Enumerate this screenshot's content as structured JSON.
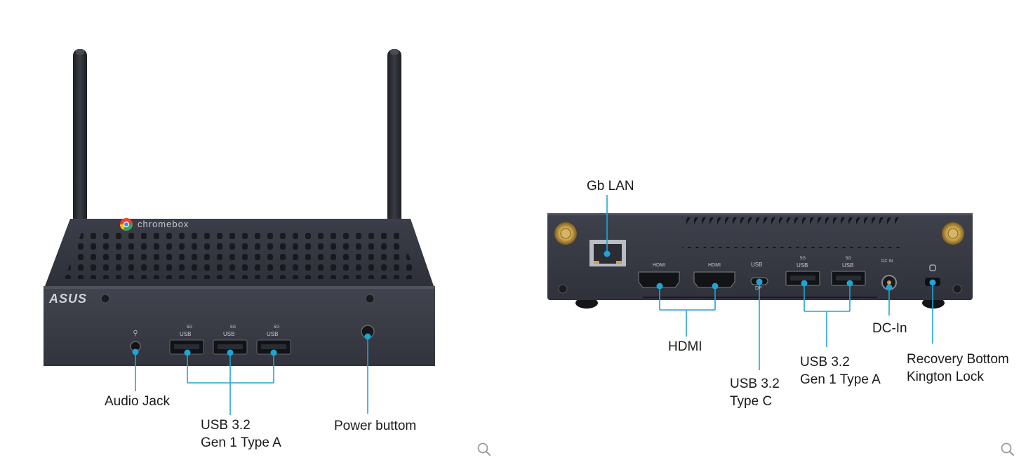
{
  "front": {
    "brand_logo": "ASUS",
    "chromebox_logo": "chromebox",
    "port_labels": {
      "usb": "USB",
      "speed": "5G"
    },
    "callouts": {
      "audio_jack": "Audio Jack",
      "usb_line1": "USB 3.2",
      "usb_line2": "Gen 1 Type A",
      "power": "Power buttom"
    }
  },
  "rear": {
    "port_labels": {
      "hdmi": "HDMI",
      "usb": "USB",
      "speed": "5G",
      "usbc": "USB",
      "dp": "DP",
      "dcin": "DC IN"
    },
    "callouts": {
      "gb_lan": "Gb LAN",
      "hdmi": "HDMI",
      "usbc_line1": "USB 3.2",
      "usbc_line2": "Type C",
      "usba_line1": "USB 3.2",
      "usba_line2": "Gen 1 Type A",
      "dc_in": "DC-In",
      "recovery_line1": "Recovery Bottom",
      "recovery_line2": "Kington Lock"
    }
  },
  "colors": {
    "accent": "#1ea5d6",
    "chassis": "#3c3f48",
    "chassis_dark": "#262830",
    "gold": "#c9a24a"
  },
  "icons": [
    "zoom-icon",
    "zoom-icon"
  ]
}
